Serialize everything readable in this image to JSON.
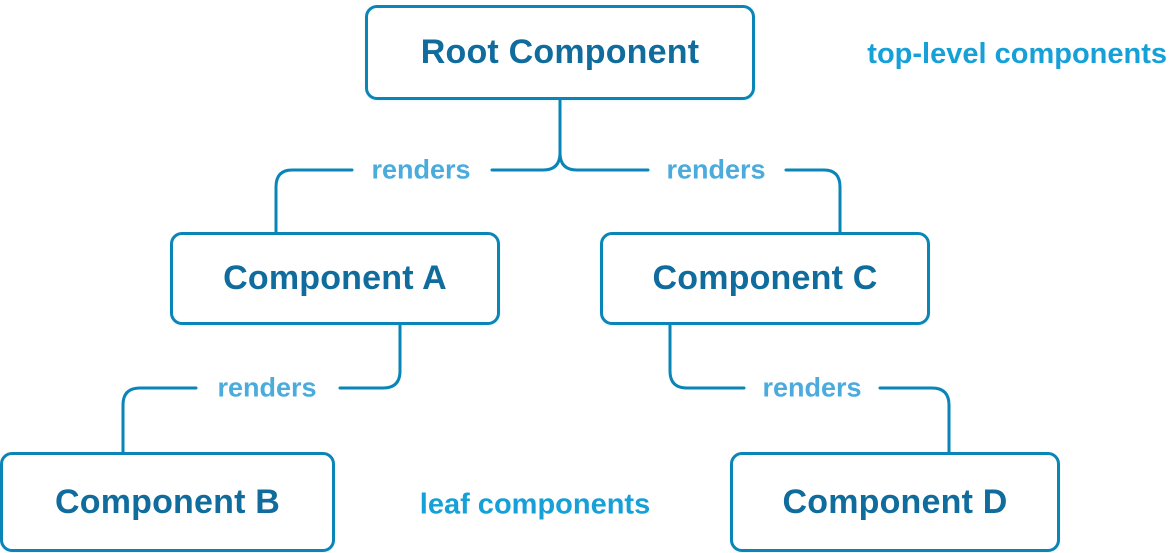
{
  "diagram": {
    "title": "component-tree-diagram",
    "nodes": [
      {
        "id": "root",
        "label": "Root Component"
      },
      {
        "id": "a",
        "label": "Component A"
      },
      {
        "id": "b",
        "label": "Component B"
      },
      {
        "id": "c",
        "label": "Component C"
      },
      {
        "id": "d",
        "label": "Component D"
      }
    ],
    "edges": [
      {
        "from": "root",
        "to": "a",
        "label": "renders"
      },
      {
        "from": "root",
        "to": "c",
        "label": "renders"
      },
      {
        "from": "a",
        "to": "b",
        "label": "renders"
      },
      {
        "from": "c",
        "to": "d",
        "label": "renders"
      }
    ],
    "edge_label": "renders",
    "annotations": {
      "top": "top-level components",
      "bottom": "leaf components"
    },
    "colors": {
      "line": "#0a85b8",
      "node_border": "#0a85b8",
      "node_text": "#0f6c9c",
      "edge_label": "#4aabdc",
      "annotation": "#16a0d8",
      "background": "#ffffff"
    }
  }
}
